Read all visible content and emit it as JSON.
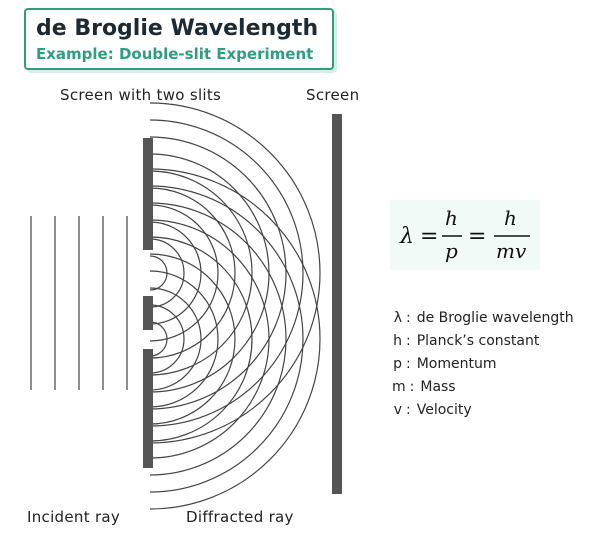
{
  "title": {
    "main": "de Broglie Wavelength",
    "sub": "Example: Double-slit Experiment"
  },
  "labels": {
    "screen_with_slits": "Screen with two slits",
    "screen": "Screen",
    "incident_ray": "Incident ray",
    "diffracted_ray": "Diffracted ray"
  },
  "formula": {
    "lambda": "λ",
    "eq1": "=",
    "eq2": "=",
    "h1": "h",
    "p": "p",
    "h2": "h",
    "mv": "mv"
  },
  "legend": [
    {
      "symbol": "λ",
      "text": "de Broglie wavelength"
    },
    {
      "symbol": "h",
      "text": "Planck’s constant"
    },
    {
      "symbol": "p",
      "text": "Momentum"
    },
    {
      "symbol": "m",
      "text": "Mass"
    },
    {
      "symbol": "v",
      "text": "Velocity"
    }
  ],
  "colors": {
    "accent": "#2e9e7f",
    "barrier": "#555555",
    "waves": "#444444"
  }
}
